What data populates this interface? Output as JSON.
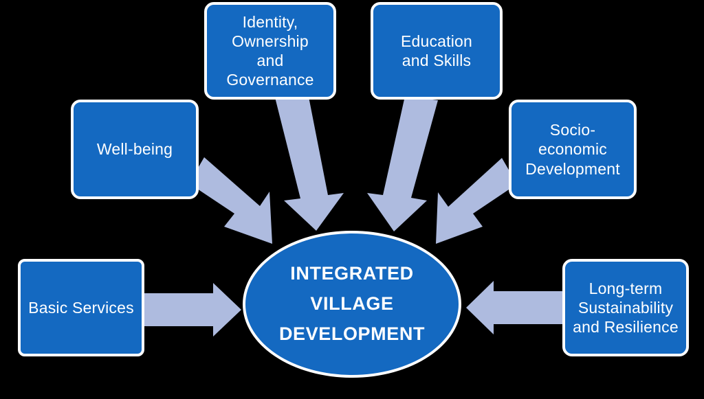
{
  "diagram": {
    "title": "Integrated Village Development",
    "background_color": "#000000",
    "node_color": "#1469C1",
    "node_border_color": "#FFFFFF",
    "arrow_color": "#AEBBDF",
    "text_color": "#FFFFFF",
    "hub": {
      "label": "INTEGRATED\nVILLAGE\nDEVELOPMENT",
      "shape": "ellipse"
    },
    "nodes": [
      {
        "id": "identity",
        "label": "Identity,\nOwnership\nand\nGovernance"
      },
      {
        "id": "education",
        "label": "Education\nand Skills"
      },
      {
        "id": "wellbeing",
        "label": "Well-being"
      },
      {
        "id": "socio",
        "label": "Socio-\neconomic\nDevelopment"
      },
      {
        "id": "basic",
        "label": "Basic Services"
      },
      {
        "id": "longterm",
        "label": "Long-term\nSustainability\nand Resilience"
      }
    ],
    "arrows": [
      {
        "id": "arrow-identity-to-hub",
        "from": "identity",
        "to": "hub",
        "direction": "down-right"
      },
      {
        "id": "arrow-education-to-hub",
        "from": "education",
        "to": "hub",
        "direction": "down-left"
      },
      {
        "id": "arrow-wellbeing-to-hub",
        "from": "wellbeing",
        "to": "hub",
        "direction": "down-right"
      },
      {
        "id": "arrow-socio-to-hub",
        "from": "socio",
        "to": "hub",
        "direction": "down-left"
      },
      {
        "id": "arrow-basic-to-hub",
        "from": "basic",
        "to": "hub",
        "direction": "right"
      },
      {
        "id": "arrow-longterm-to-hub",
        "from": "longterm",
        "to": "hub",
        "direction": "left"
      }
    ]
  }
}
